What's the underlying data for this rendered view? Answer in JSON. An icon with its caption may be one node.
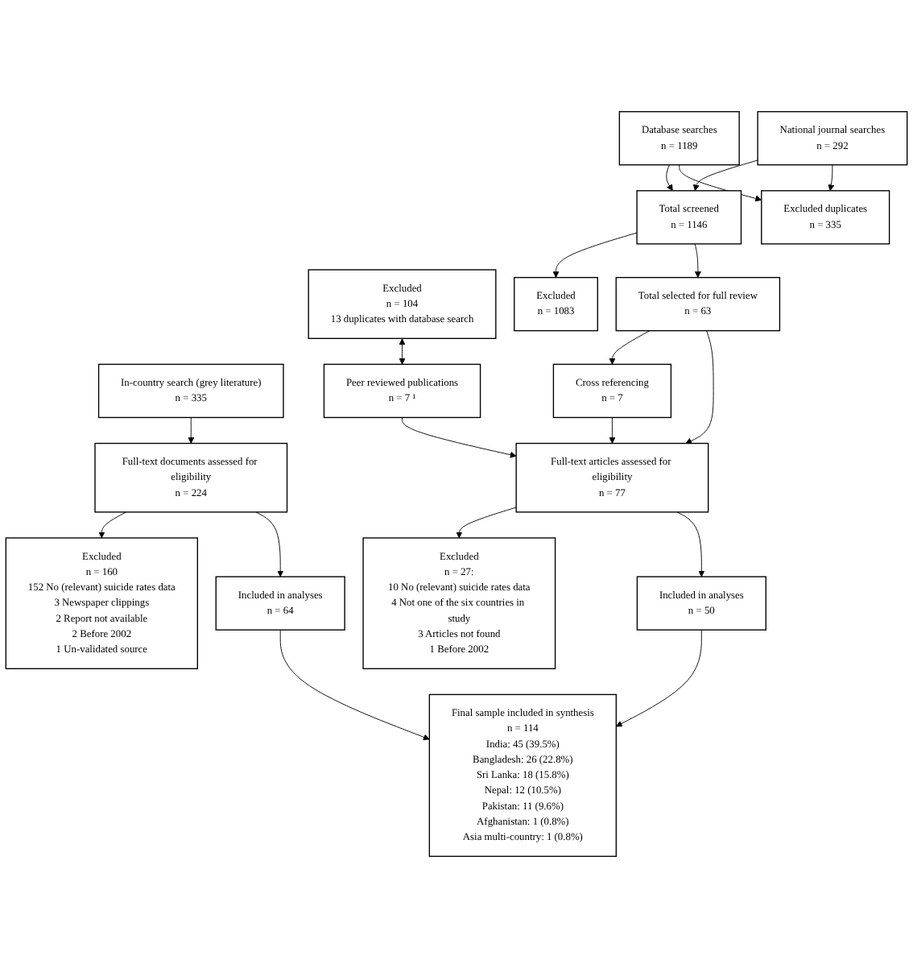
{
  "diagram": {
    "nodes": [
      {
        "text": [
          "In-country search (grey literature)",
          "n = 335"
        ]
      },
      {
        "text": [
          "Database searches",
          "n = 1189"
        ]
      },
      {
        "text": [
          "National journal searches",
          "n = 292"
        ]
      },
      {
        "text": [
          "Excluded",
          "n = 104",
          "13 duplicates with database search"
        ]
      },
      {
        "text": [
          "Full-text documents assessed for eligibility",
          "n = 224"
        ]
      },
      {
        "text": [
          "Excluded duplicates",
          "n = 335"
        ]
      },
      {
        "text": [
          "Total screened",
          "n = 1146"
        ]
      },
      {
        "text": [
          "Excluded",
          "n = 1083"
        ]
      },
      {
        "text": [
          "Total selected for full review",
          "n = 63"
        ]
      },
      {
        "text": [
          "Excluded",
          "n = 160",
          "152 No (relevant) suicide rates data",
          "3 Newspaper clippings",
          "2 Report not available",
          "2 Before 2002",
          "1 Un-validated source"
        ]
      },
      {
        "text": [
          "Peer reviewed publications",
          "n = 7 ¹"
        ]
      },
      {
        "text": [
          "Cross referencing",
          "n = 7"
        ]
      },
      {
        "text": [
          "Included in analyses",
          "n = 64"
        ]
      },
      {
        "text": [
          "Full-text articles assessed for eligibility",
          "n = 77"
        ]
      },
      {
        "text": [
          "Excluded",
          "n = 27:",
          "10 No (relevant) suicide rates data",
          "4 Not one of the six countries in study",
          "3 Articles not found",
          "1 Before 2002"
        ]
      },
      {
        "text": [
          "Included in analyses",
          "n = 50"
        ]
      },
      {
        "text": [
          "Final sample included in synthesis",
          "n = 114",
          "India: 45 (39.5%)",
          "Bangladesh: 26 (22.8%)",
          "Sri Lanka: 18 (15.8%)",
          "Nepal: 12 (10.5%)",
          "Pakistan: 11 (9.6%)",
          "Afghanistan: 1 (0.8%)",
          "Asia multi-country: 1 (0.8%)"
        ]
      }
    ],
    "edges": [
      {
        "from": 0,
        "to": 4,
        "arrow": "to"
      },
      {
        "from": 3,
        "to": 10,
        "arrow": "both"
      },
      {
        "from": 1,
        "to": 6,
        "arrow": "to"
      },
      {
        "from": 2,
        "to": 6,
        "arrow": "to"
      },
      {
        "from": 1,
        "to": 5,
        "arrow": "to"
      },
      {
        "from": 2,
        "to": 5,
        "arrow": "to"
      },
      {
        "from": 6,
        "to": 7,
        "arrow": "to"
      },
      {
        "from": 6,
        "to": 8,
        "arrow": "to"
      },
      {
        "from": 8,
        "to": 11,
        "arrow": "to"
      },
      {
        "from": 4,
        "to": 9,
        "arrow": "to"
      },
      {
        "from": 4,
        "to": 12,
        "arrow": "to"
      },
      {
        "from": 8,
        "to": 13,
        "arrow": "to"
      },
      {
        "from": 10,
        "to": 13,
        "arrow": "to"
      },
      {
        "from": 11,
        "to": 13,
        "arrow": "to"
      },
      {
        "from": 13,
        "to": 14,
        "arrow": "to"
      },
      {
        "from": 13,
        "to": 15,
        "arrow": "to"
      },
      {
        "from": 12,
        "to": 16,
        "arrow": "to"
      },
      {
        "from": 15,
        "to": 16,
        "arrow": "to"
      }
    ]
  }
}
